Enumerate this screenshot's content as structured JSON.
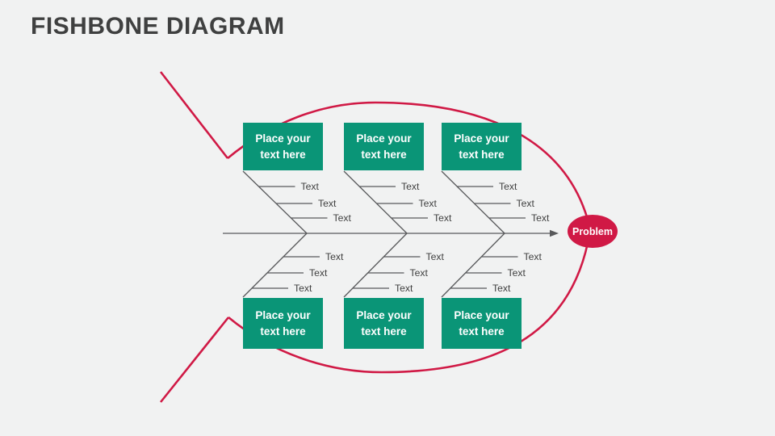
{
  "page": {
    "title": "FISHBONE DIAGRAM"
  },
  "colors": {
    "background": "#f1f2f2",
    "accent_red": "#d01945",
    "category_green": "#0a9577",
    "line_gray": "#58595b",
    "title_gray": "#3f4040",
    "label_gray": "#404040",
    "white": "#ffffff"
  },
  "diagram": {
    "type": "fishbone",
    "problem": {
      "label": "Problem"
    },
    "categories": [
      {
        "position": "top-1",
        "label": "Place your text here",
        "branches": [
          "Text",
          "Text",
          "Text"
        ]
      },
      {
        "position": "top-2",
        "label": "Place your text here",
        "branches": [
          "Text",
          "Text",
          "Text"
        ]
      },
      {
        "position": "top-3",
        "label": "Place your text here",
        "branches": [
          "Text",
          "Text",
          "Text"
        ]
      },
      {
        "position": "bottom-1",
        "label": "Place your text here",
        "branches": [
          "Text",
          "Text",
          "Text"
        ]
      },
      {
        "position": "bottom-2",
        "label": "Place your text here",
        "branches": [
          "Text",
          "Text",
          "Text"
        ]
      },
      {
        "position": "bottom-3",
        "label": "Place your text here",
        "branches": [
          "Text",
          "Text",
          "Text"
        ]
      }
    ]
  }
}
